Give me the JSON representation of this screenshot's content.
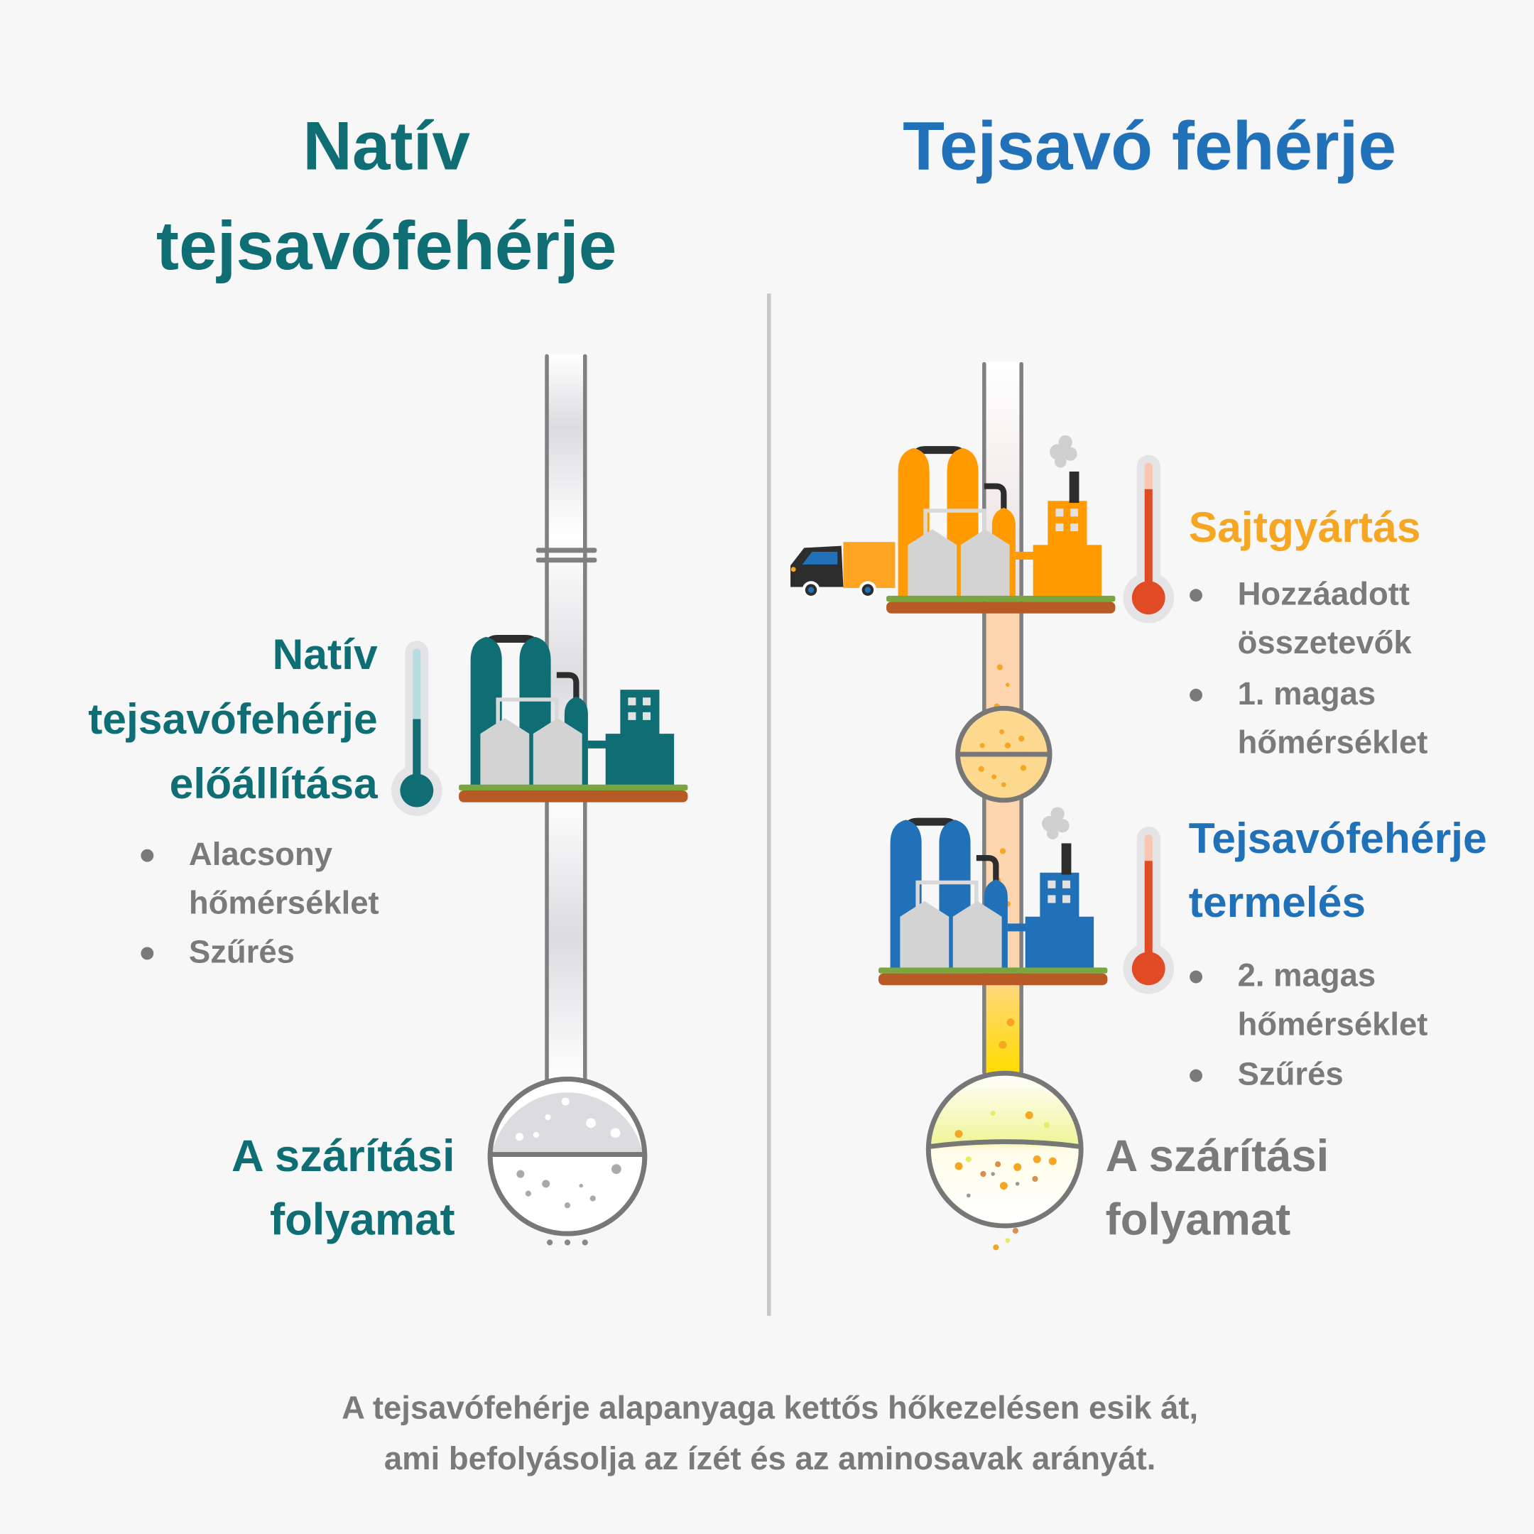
{
  "colors": {
    "teal": "#0e6e74",
    "blue": "#2171b9",
    "orange": "#f5a623",
    "factory_orange": "#ff9a00",
    "gray_text": "#7a7a7a",
    "soil": "#b85a26",
    "grass": "#7aa63f",
    "red": "#e04a24"
  },
  "left": {
    "title_line1": "Natív",
    "title_line2": "tejsavófehérje",
    "stage_label": [
      "Natív",
      "tejsavófehérje",
      "előállítása"
    ],
    "bullets": [
      "Alacsony",
      "hőmérséklet",
      "Szűrés"
    ],
    "drying_label": [
      "A szárítási",
      "folyamat"
    ]
  },
  "right": {
    "title": "Tejsavó fehérje",
    "stage1_label": "Sajtgyártás",
    "stage1_bullets": [
      "Hozzáadott",
      "összetevők",
      "1. magas",
      "hőmérséklet"
    ],
    "stage2_label": [
      "Tejsavófehérje",
      "termelés"
    ],
    "stage2_bullets": [
      "2. magas",
      "hőmérséklet",
      "Szűrés"
    ],
    "drying_label": [
      "A szárítási",
      "folyamat"
    ]
  },
  "icons": [
    "factory-icon",
    "thermometer-icon",
    "truck-icon",
    "drying-sphere-icon",
    "pipe-icon"
  ],
  "footer": [
    "A tejsavófehérje alapanyaga kettős hőkezelésen esik át,",
    "ami befolyásolja az ízét és az aminosavak arányát."
  ]
}
